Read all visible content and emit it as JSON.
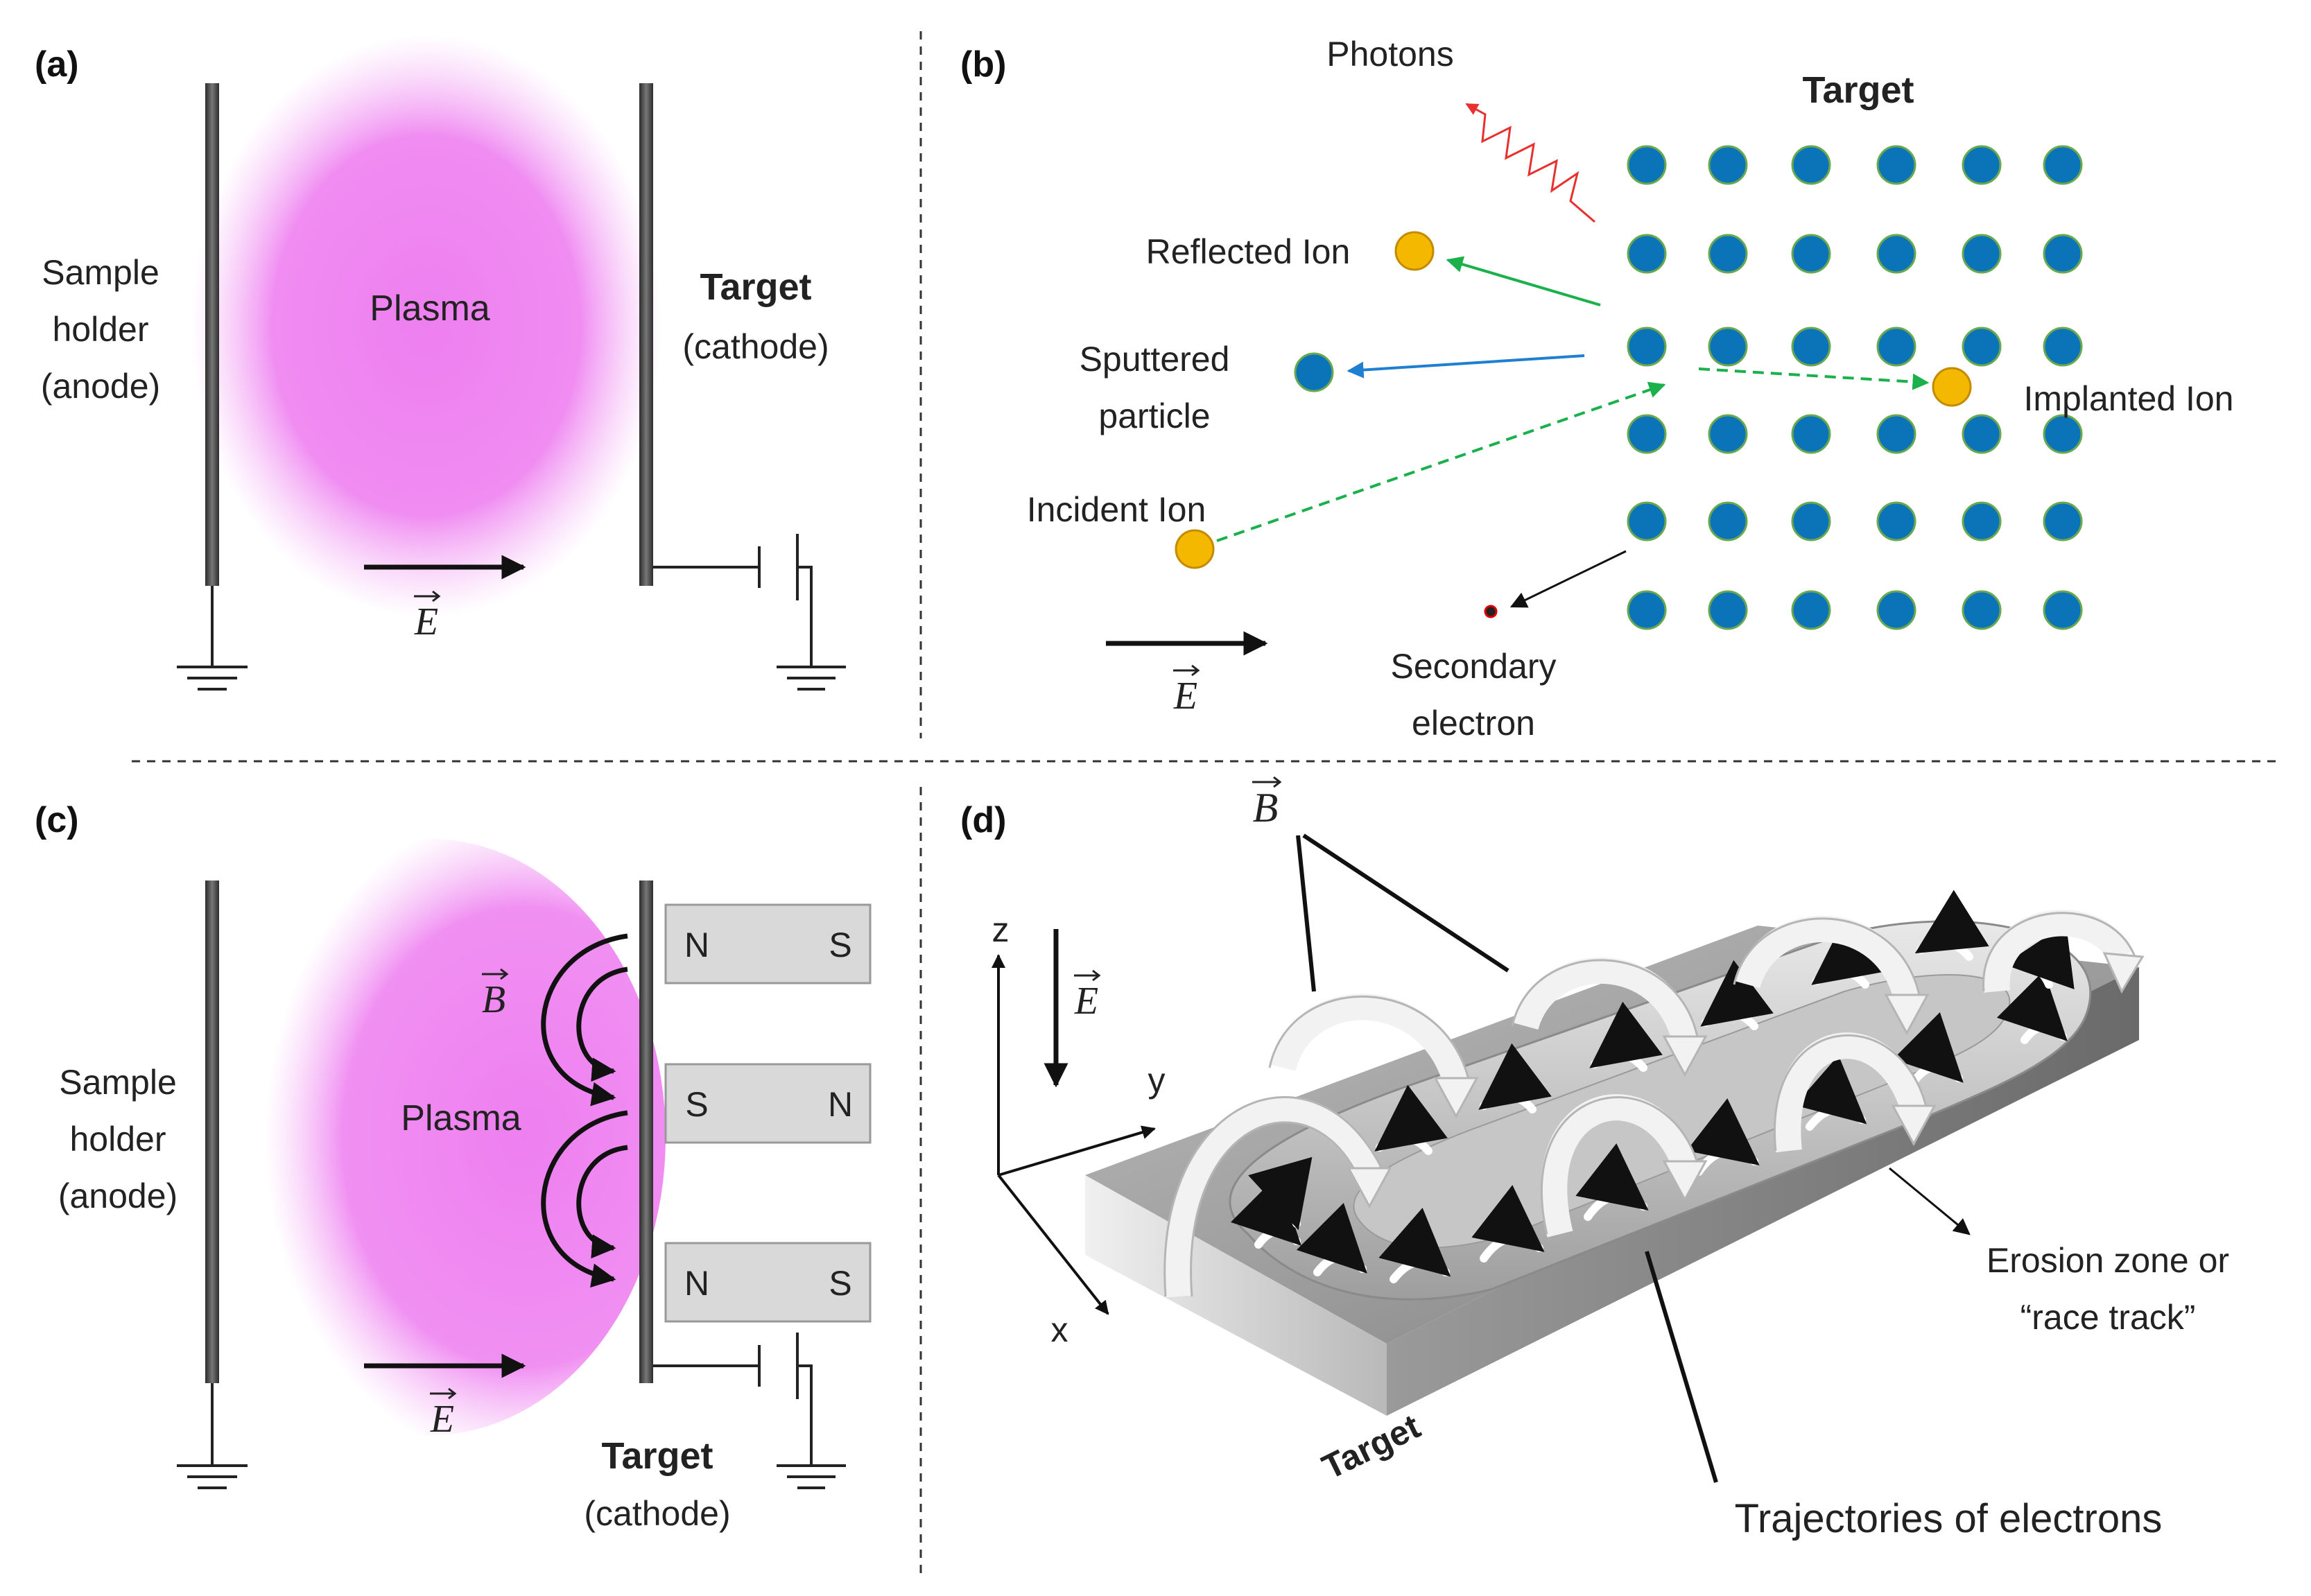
{
  "panels": {
    "a": "(a)",
    "b": "(b)",
    "c": "(c)",
    "d": "(d)"
  },
  "panel_a": {
    "holder": [
      "Sample",
      "holder",
      "(anode)"
    ],
    "plasma": "Plasma",
    "target": "Target",
    "cathode": "(cathode)",
    "field": "E"
  },
  "panel_b": {
    "photons": "Photons",
    "target": "Target",
    "reflected": "Reflected Ion",
    "sputtered": [
      "Sputtered",
      "particle"
    ],
    "implanted": "Implanted Ion",
    "incident": "Incident Ion",
    "secondary": [
      "Secondary",
      "electron"
    ],
    "field": "E"
  },
  "panel_c": {
    "holder": [
      "Sample",
      "holder",
      "(anode)"
    ],
    "plasma": "Plasma",
    "b_field": "B",
    "magnets": [
      [
        "N",
        "S"
      ],
      [
        "S",
        "N"
      ],
      [
        "N",
        "S"
      ]
    ],
    "target": "Target",
    "cathode": "(cathode)",
    "field": "E"
  },
  "panel_d": {
    "b_field": "B",
    "axis_z": "z",
    "axis_y": "y",
    "axis_x": "x",
    "field": "E",
    "erosion": [
      "Erosion zone or",
      "“race track”"
    ],
    "target": "Target",
    "trajectories": "Trajectories of electrons"
  },
  "colors": {
    "plasma": "#ee82ee",
    "atom": "#0b73b8",
    "ion": "#f5b800",
    "reflected_arrow": "#1ab04c",
    "sputtered_arrow": "#1f7fd0",
    "photon": "#e8312f",
    "magnet_fill": "#d9d9d9"
  }
}
